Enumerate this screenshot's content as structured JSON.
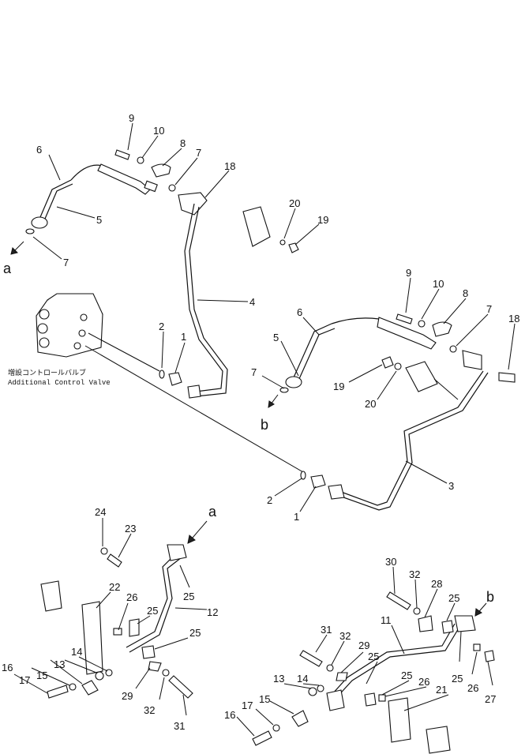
{
  "valve_label": {
    "jp": "増設コントロールバルブ",
    "en": "Additional Control Valve"
  },
  "view_letters": {
    "a": "a",
    "b": "b"
  },
  "part_numbers": {
    "p1": "1",
    "p2": "2",
    "p3": "3",
    "p4": "4",
    "p5": "5",
    "p6": "6",
    "p7": "7",
    "p8": "8",
    "p9": "9",
    "p10": "10",
    "p11": "11",
    "p12": "12",
    "p13": "13",
    "p14": "14",
    "p15": "15",
    "p16": "16",
    "p17": "17",
    "p18": "18",
    "p19": "19",
    "p20": "20",
    "p21": "21",
    "p22": "22",
    "p23": "23",
    "p24": "24",
    "p25": "25",
    "p26": "26",
    "p27": "27",
    "p28": "28",
    "p29": "29",
    "p30": "30",
    "p31": "31",
    "p32": "32"
  }
}
